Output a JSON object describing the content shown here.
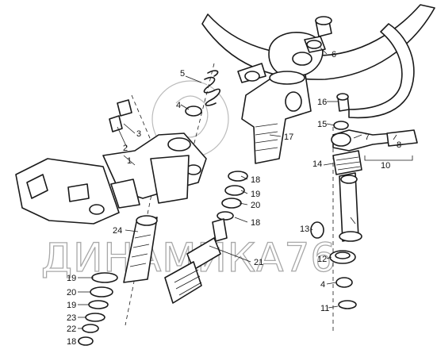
{
  "watermark": {
    "text": "ДИНАМИКА76"
  },
  "callouts": [
    "1",
    "2",
    "3",
    "4",
    "5",
    "6",
    "7",
    "8",
    "10",
    "11",
    "12",
    "13",
    "14",
    "15",
    "16",
    "17",
    "18",
    "18",
    "18",
    "19",
    "19",
    "19",
    "20",
    "20",
    "21",
    "22",
    "23",
    "24",
    "4"
  ],
  "colors": {
    "ink": "#1a1a1a",
    "paper": "#ffffff",
    "watermark": "#9a9a9a"
  }
}
